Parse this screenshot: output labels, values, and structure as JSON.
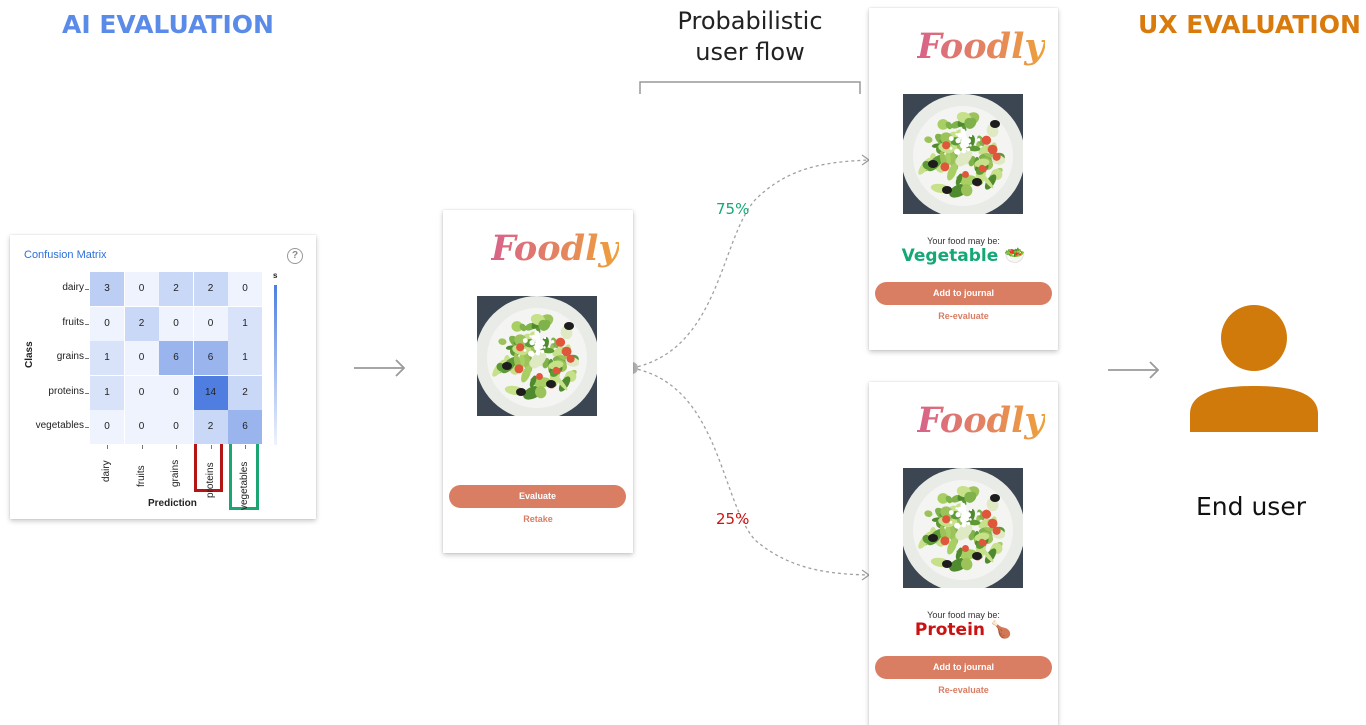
{
  "headings": {
    "ai": "AI EVALUATION",
    "ux": "UX EVALUATION",
    "flow_line1": "Probabilistic",
    "flow_line2": "user flow",
    "end_user": "End user"
  },
  "colors": {
    "ai_heading": "#5b8be8",
    "ux_heading": "#d97a0d",
    "user_icon": "#d07a0b",
    "positive": "#14a877",
    "negative": "#cc1111",
    "button": "#d97d63",
    "highlight_red": "#b31414",
    "highlight_green": "#1aa572"
  },
  "confusion_matrix": {
    "title": "Confusion Matrix",
    "help_icon": "question-circle-icon",
    "y_label": "Class",
    "x_label": "Prediction",
    "legend_label": "s",
    "classes": [
      "dairy",
      "fruits",
      "grains",
      "proteins",
      "vegetables"
    ],
    "matrix": [
      [
        3,
        0,
        2,
        2,
        0
      ],
      [
        0,
        2,
        0,
        0,
        1
      ],
      [
        1,
        0,
        6,
        6,
        1
      ],
      [
        1,
        0,
        0,
        14,
        2
      ],
      [
        0,
        0,
        0,
        2,
        6
      ]
    ],
    "highlighted_columns": [
      "proteins",
      "vegetables"
    ]
  },
  "phone_main": {
    "logo": "Foodly",
    "primary_button": "Evaluate",
    "secondary_link": "Retake"
  },
  "phone_top": {
    "logo": "Foodly",
    "subtitle": "Your food may be:",
    "result": "Vegetable 🥗",
    "primary_button": "Add to journal",
    "secondary_link": "Re-evaluate"
  },
  "phone_bottom": {
    "logo": "Foodly",
    "subtitle": "Your food may be:",
    "result": "Protein 🍗",
    "primary_button": "Add to journal",
    "secondary_link": "Re-evaluate"
  },
  "flow": {
    "top_probability": "75%",
    "bottom_probability": "25%"
  }
}
